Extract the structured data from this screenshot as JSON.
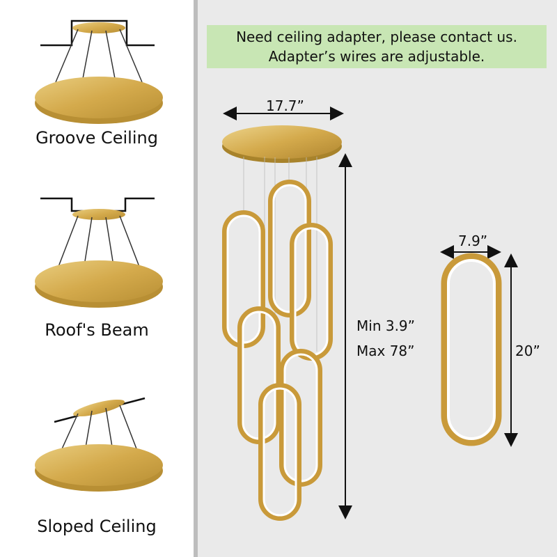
{
  "colors": {
    "gold": "#d4aa4c",
    "gold_dark": "#a8832b",
    "note_bg": "#c8e6b4",
    "panel_bg": "#eaeaea",
    "divider": "#bdbdbd"
  },
  "installs": [
    {
      "label": "Groove Ceiling"
    },
    {
      "label": "Roof's Beam"
    },
    {
      "label": "Sloped Ceiling"
    }
  ],
  "note": {
    "line1": "Need ceiling adapter, please contact us.",
    "line2": "Adapter’s wires are adjustable."
  },
  "dimensions": {
    "canopy_width": "17.7”",
    "height_min": "Min 3.9”",
    "height_max": "Max 78”",
    "ring_width": "7.9”",
    "ring_height": "20”"
  }
}
